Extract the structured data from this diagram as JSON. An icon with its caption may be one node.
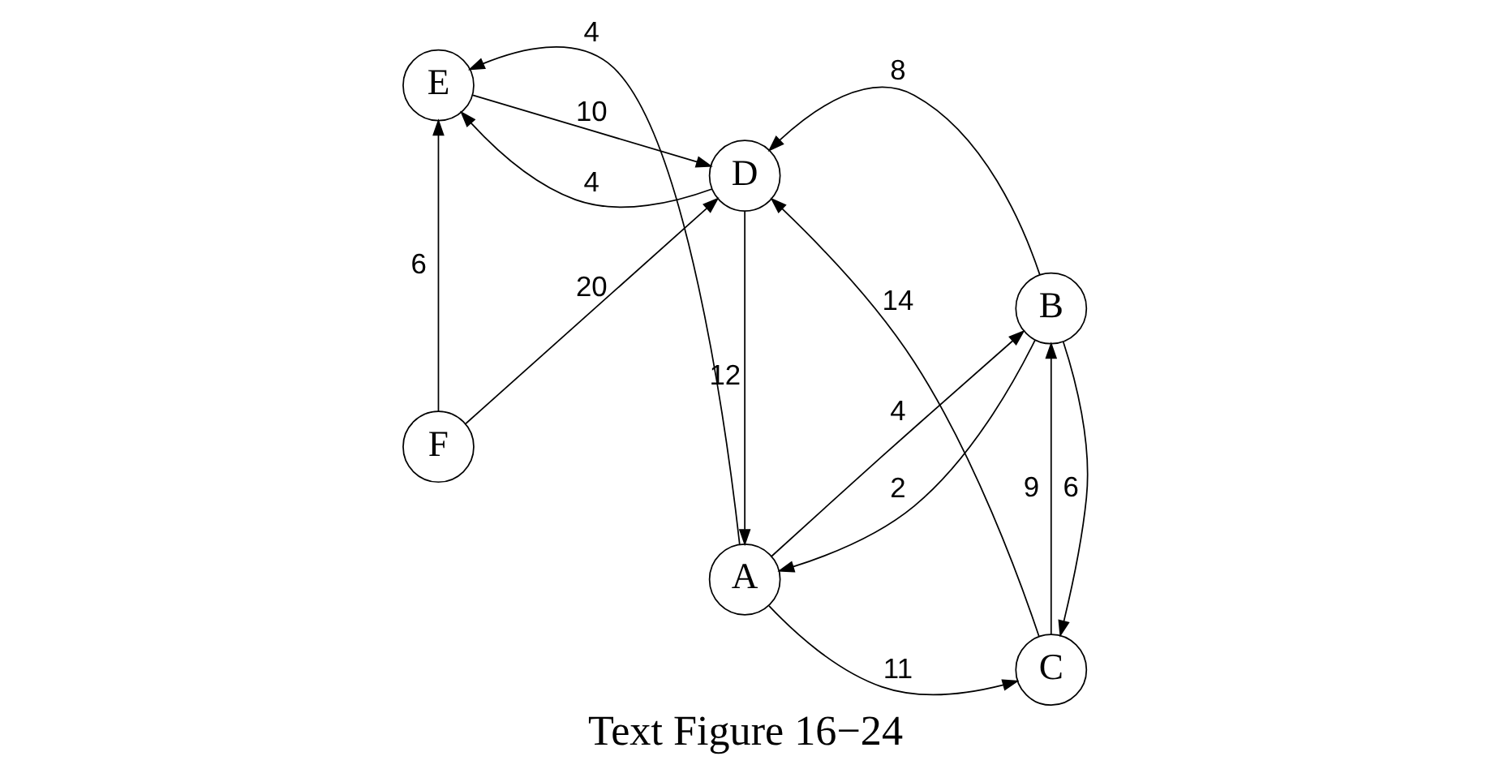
{
  "diagram": {
    "caption": "Text Figure 16−24",
    "nodes": [
      {
        "text": [
          "E"
        ]
      },
      {
        "text": [
          "A"
        ]
      },
      {
        "text": [
          "B"
        ]
      },
      {
        "text": [
          "F"
        ]
      },
      {
        "text": [
          "D"
        ]
      },
      {
        "text": [
          "C"
        ]
      }
    ],
    "edges": [
      {
        "from": 1,
        "to": 0,
        "arrow": "to",
        "label": "4"
      },
      {
        "from": 1,
        "to": 2,
        "arrow": "to",
        "label": "4"
      },
      {
        "from": 2,
        "to": 1,
        "arrow": "to",
        "label": "2"
      },
      {
        "from": 0,
        "to": 4,
        "arrow": "to",
        "label": "10"
      },
      {
        "from": 4,
        "to": 0,
        "arrow": "to",
        "label": "4"
      },
      {
        "from": 4,
        "to": 1,
        "arrow": "to",
        "label": "12"
      },
      {
        "from": 1,
        "to": 5,
        "arrow": "to",
        "label": "11"
      },
      {
        "from": 2,
        "to": 4,
        "arrow": "to",
        "label": "8"
      },
      {
        "from": 5,
        "to": 2,
        "arrow": "to",
        "label": "9"
      },
      {
        "from": 2,
        "to": 5,
        "arrow": "to",
        "label": "6"
      },
      {
        "from": 3,
        "to": 0,
        "arrow": "to",
        "label": "6"
      },
      {
        "from": 3,
        "to": 4,
        "arrow": "to",
        "label": "20"
      },
      {
        "from": 5,
        "to": 4,
        "arrow": "to",
        "label": "14"
      }
    ]
  }
}
